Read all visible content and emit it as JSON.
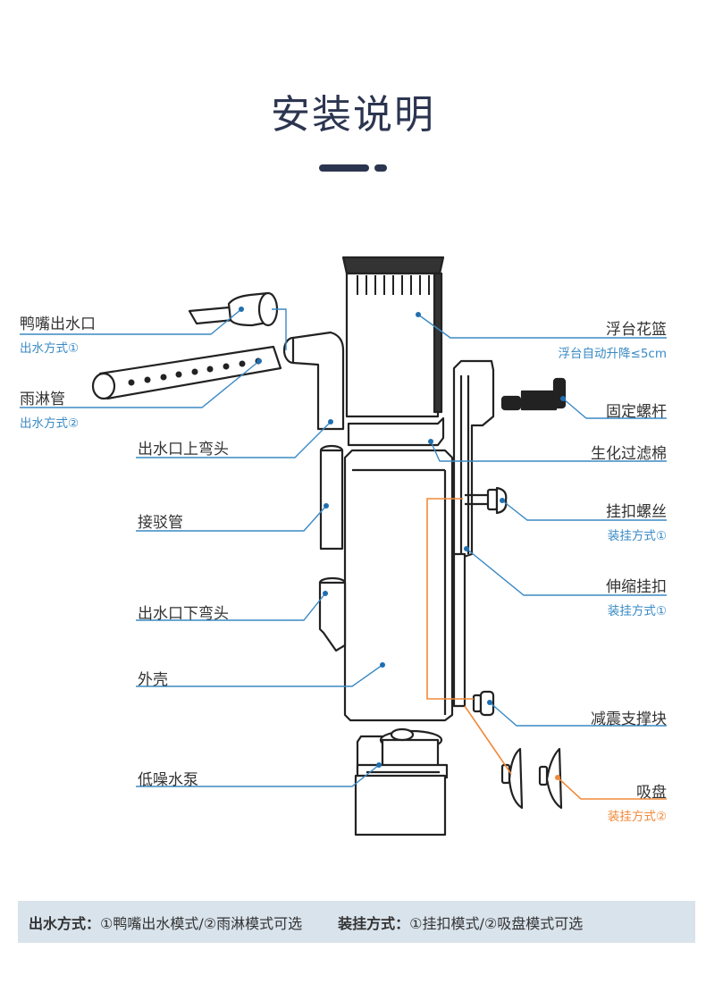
{
  "header": {
    "title": "安装说明"
  },
  "colors": {
    "title": "#2c3550",
    "leader_blue": "#3a8ac4",
    "leader_orange": "#f08a3a",
    "footer_bg": "#d9e3ec"
  },
  "left_labels": [
    {
      "id": "duckbill-outlet",
      "label": "鸭嘴出水口",
      "sub": "出水方式①"
    },
    {
      "id": "spray-bar",
      "label": "雨淋管",
      "sub": "出水方式②"
    },
    {
      "id": "upper-outlet-elbow",
      "label": "出水口上弯头"
    },
    {
      "id": "connector-pipe",
      "label": "接驳管"
    },
    {
      "id": "lower-outlet-elbow",
      "label": "出水口下弯头"
    },
    {
      "id": "outer-shell",
      "label": "外壳"
    },
    {
      "id": "low-noise-pump",
      "label": "低噪水泵"
    }
  ],
  "right_labels": [
    {
      "id": "floating-basket",
      "label": "浮台花篮",
      "sub": "浮台自动升降≤5cm"
    },
    {
      "id": "fixing-screw-rod",
      "label": "固定螺杆"
    },
    {
      "id": "bio-filter-sponge",
      "label": "生化过滤棉"
    },
    {
      "id": "hanging-screw",
      "label": "挂扣螺丝",
      "sub": "装挂方式①"
    },
    {
      "id": "telescopic-hanger",
      "label": "伸缩挂扣",
      "sub": "装挂方式①"
    },
    {
      "id": "shock-absorber",
      "label": "减震支撑块"
    },
    {
      "id": "suction-cup",
      "label": "吸盘",
      "sub": "装挂方式②",
      "sub_color": "orange"
    }
  ],
  "footer": {
    "outlet_title": "出水方式：",
    "outlet_text": "①鸭嘴出水模式/②雨淋模式可选",
    "mount_title": "装挂方式：",
    "mount_text": "①挂扣模式/②吸盘模式可选"
  }
}
